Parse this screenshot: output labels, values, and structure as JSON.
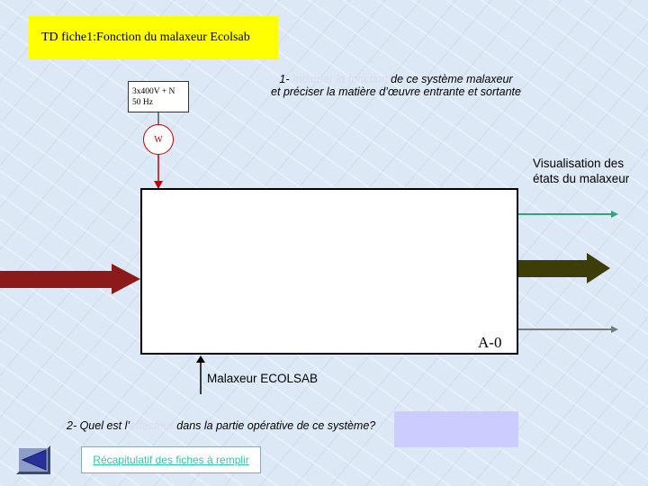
{
  "title": "TD fiche1:Fonction du malaxeur Ecolsab",
  "power_supply": {
    "line1": "3x400V + N",
    "line2": "50 Hz"
  },
  "question1": {
    "prefix": "1- ",
    "highlight": "Indiquer la fonction",
    "rest_line1": " de ce système malaxeur",
    "line2": "et préciser la matière d’œuvre entrante et sortante"
  },
  "energy_symbol": "W",
  "box_label": "A-0",
  "output_control_label": "Visualisation des états du malaxeur",
  "mechanism_label": "Malaxeur ECOLSAB",
  "question2": {
    "prefix": "2- Quel est l’",
    "highlight": "effecteur",
    "rest": " dans la partie opérative de ce système?"
  },
  "recap_link": "Récapitulatif des fiches à remplir",
  "colors": {
    "title_bg": "#ffff00",
    "input_arrow": "#8b1a1a",
    "output_arrow": "#3d3d0a",
    "energy_arrow": "#c00000",
    "visualisation_arrow": "#2aa879",
    "answer_box": "#ccccff",
    "nav_icon": "#2b2f9a"
  }
}
